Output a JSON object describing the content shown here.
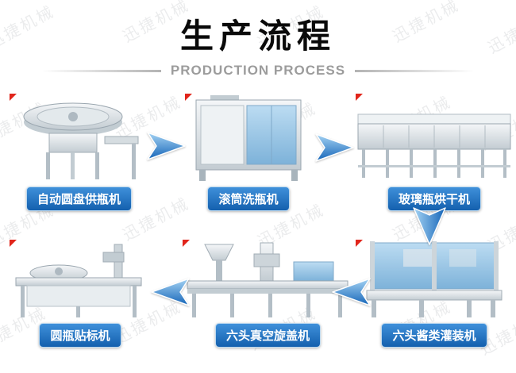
{
  "watermark": {
    "text": "迅捷机械"
  },
  "header": {
    "title": "生产流程",
    "subtitle": "PRODUCTION PROCESS"
  },
  "flow": {
    "machines": [
      {
        "id": "auto-disc-bottle-feeder",
        "label": "自动圆盘供瓶机"
      },
      {
        "id": "drum-bottle-washer",
        "label": "滚筒洗瓶机"
      },
      {
        "id": "glass-bottle-dryer",
        "label": "玻璃瓶烘干机"
      },
      {
        "id": "six-head-sauce-filler",
        "label": "六头酱类灌装机"
      },
      {
        "id": "six-head-vacuum-capper",
        "label": "六头真空旋盖机"
      },
      {
        "id": "round-bottle-labeler",
        "label": "圆瓶贴标机"
      }
    ],
    "direction": "top row left-to-right, down, bottom row right-to-left"
  },
  "colors": {
    "label_bg_top": "#3f90da",
    "label_bg_bottom": "#1460ae",
    "label_border": "#bcd9f0",
    "arrow_light": "#a6d4f4",
    "arrow_dark": "#1565b8",
    "corner_marker": "#e1251b",
    "subtitle_gray": "#9c9c9c"
  }
}
